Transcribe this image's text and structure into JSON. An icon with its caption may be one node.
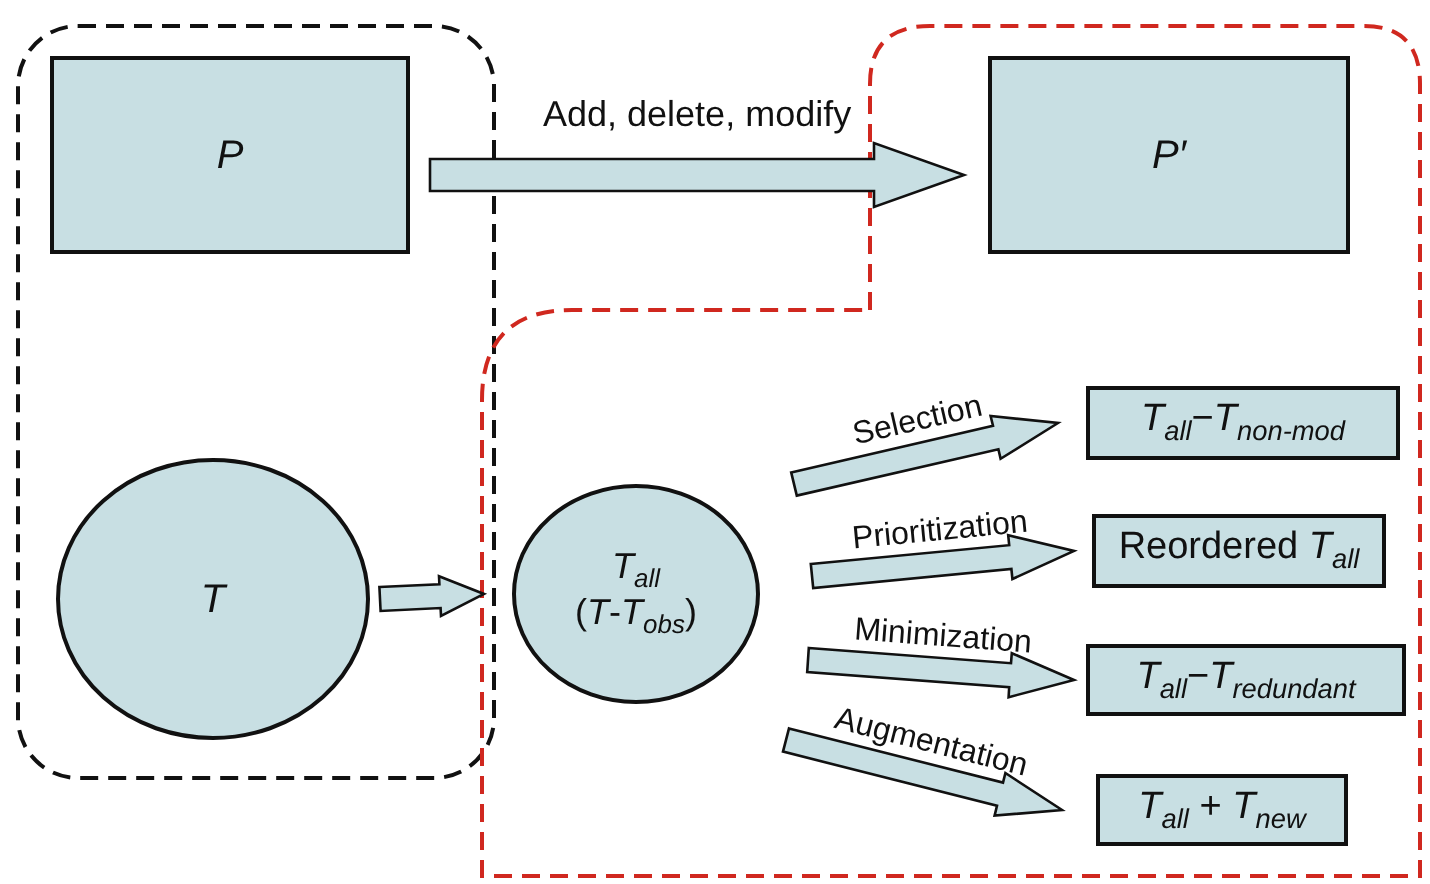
{
  "diagram": {
    "nodes": [
      {
        "text": [],
        "shape": "box"
      },
      {
        "text": [
          "P"
        ],
        "in": 0
      },
      {
        "text": [
          "T"
        ],
        "in": 0
      },
      {
        "text": [],
        "shape": "box"
      },
      {
        "text": [
          "P′"
        ],
        "in": 3
      },
      {
        "text": [
          "*T*$_{all}$",
          "(*T*-*T*$_{obs}$)"
        ],
        "in": 3
      },
      {
        "text": [
          "*T*$_{all}$−*T*$_{non-mod}$"
        ],
        "in": 3
      },
      {
        "text": [
          "Reordered *T*$_{all}$"
        ],
        "in": 3
      },
      {
        "text": [
          "*T*$_{all}$−*T*$_{redundant}$"
        ],
        "in": 3
      },
      {
        "text": [
          "*T*$_{all}$ + *T*$_{new}$"
        ],
        "in": 3
      }
    ],
    "edges": [
      {
        "from": 1,
        "to": 4,
        "arrow": "to",
        "label": "Add, delete, modify"
      },
      {
        "from": 2,
        "to": 5,
        "arrow": "to"
      },
      {
        "from": 5,
        "to": 6,
        "arrow": "to",
        "label": "Selection"
      },
      {
        "from": 5,
        "to": 7,
        "arrow": "to",
        "label": "Prioritization"
      },
      {
        "from": 5,
        "to": 8,
        "arrow": "to",
        "label": "Minimization"
      },
      {
        "from": 5,
        "to": 9,
        "arrow": "to",
        "label": "Augmentation"
      }
    ]
  }
}
